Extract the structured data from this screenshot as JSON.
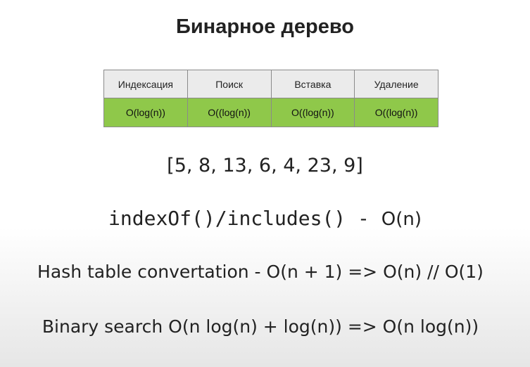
{
  "title": "Бинарное дерево",
  "table": {
    "headers": [
      "Индексация",
      "Поиск",
      "Вставка",
      "Удаление"
    ],
    "values": [
      "O(log(n))",
      "O((log(n))",
      "O((log(n))",
      "O((log(n))"
    ]
  },
  "array_line": "[5, 8, 13, 6, 4, 23, 9]",
  "method_line": {
    "code": "indexOf()/includes() - ",
    "complexity": "O(n)"
  },
  "hash_line": "Hash table convertation - O(n + 1) => O(n) // O(1)",
  "binary_line": "Binary search O(n log(n) + log(n)) => O(n log(n))",
  "colors": {
    "header_bg": "#ebebeb",
    "value_bg": "#8fc84a",
    "border": "#8a8a8a"
  }
}
